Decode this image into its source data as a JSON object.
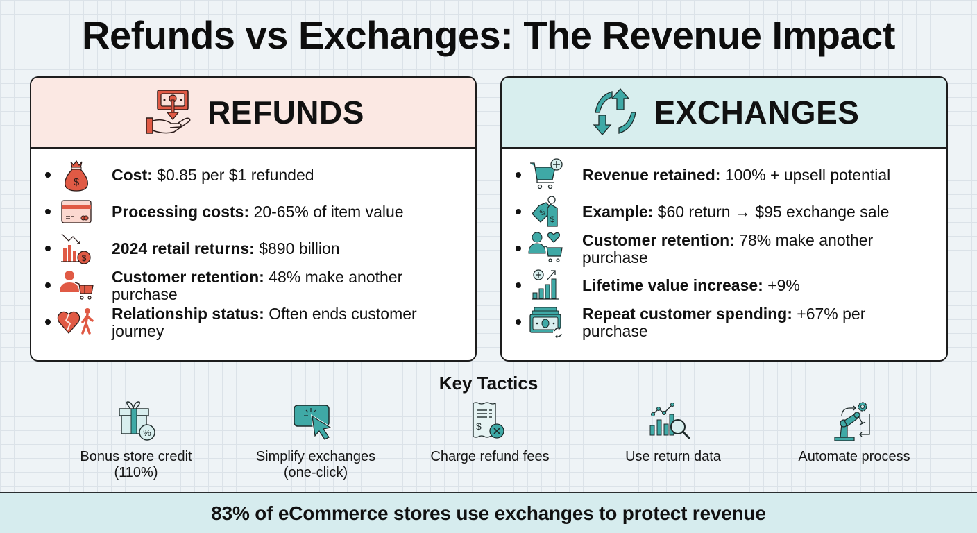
{
  "title": "Refunds vs Exchanges: The Revenue Impact",
  "colors": {
    "refund_accent": "#e05a45",
    "refund_header_bg": "#fbe8e3",
    "exchange_accent": "#3fa9a6",
    "exchange_header_bg": "#d8eeee",
    "footer_bg": "#d6ecee"
  },
  "refunds": {
    "heading": "REFUNDS",
    "icon": "hand-money-down-icon",
    "items": [
      {
        "icon": "money-bag-icon",
        "label": "Cost:",
        "value": " $0.85 per $1 refunded"
      },
      {
        "icon": "credit-card-icon",
        "label": "Processing costs:",
        "value": " 20-65% of item value"
      },
      {
        "icon": "declining-chart-dollar-icon",
        "label": "2024 retail returns:",
        "value": " $890 billion"
      },
      {
        "icon": "person-cart-icon",
        "label": "Customer retention:",
        "value": " 48% make another purchase"
      },
      {
        "icon": "broken-heart-walking-icon",
        "label": "Relationship status:",
        "value": " Often ends customer journey"
      }
    ]
  },
  "exchanges": {
    "heading": "EXCHANGES",
    "icon": "exchange-arrows-icon",
    "items": [
      {
        "icon": "cart-plus-icon",
        "label": "Revenue retained:",
        "value": " 100% + upsell potential"
      },
      {
        "icon": "price-tags-icon",
        "label": "Example:",
        "value": " $60 return → $95 exchange sale"
      },
      {
        "icon": "person-heart-cart-icon",
        "label": "Customer retention:",
        "value": " 78% make another purchase"
      },
      {
        "icon": "growth-chart-icon",
        "label": "Lifetime value increase:",
        "value": " +9%"
      },
      {
        "icon": "cash-cycle-icon",
        "label": "Repeat customer spending:",
        "value": " +67% per purchase"
      }
    ]
  },
  "tactics": {
    "heading": "Key Tactics",
    "items": [
      {
        "icon": "gift-percent-icon",
        "label": "Bonus store credit (110%)"
      },
      {
        "icon": "one-click-button-icon",
        "label": "Simplify exchanges (one-click)"
      },
      {
        "icon": "receipt-cancel-icon",
        "label": "Charge refund fees"
      },
      {
        "icon": "chart-magnifier-icon",
        "label": "Use return data"
      },
      {
        "icon": "robot-arm-gear-icon",
        "label": "Automate process"
      }
    ]
  },
  "footer": {
    "text": "83% of eCommerce stores use exchanges to protect revenue"
  }
}
